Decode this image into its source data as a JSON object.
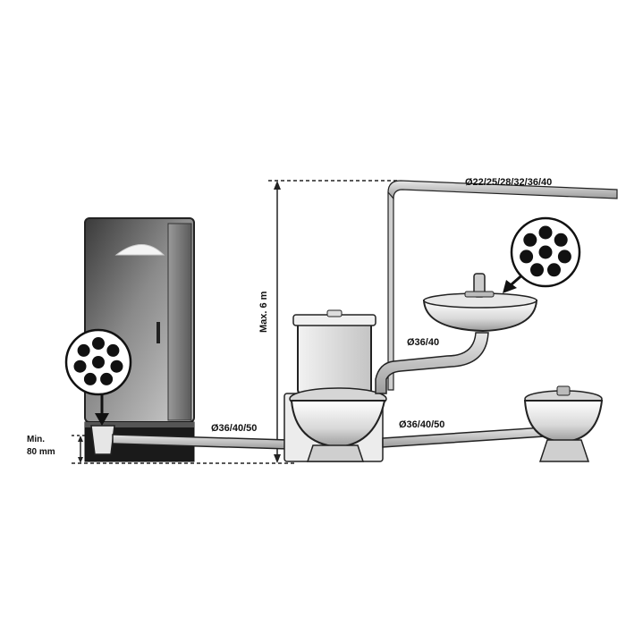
{
  "labels": {
    "pipe_top": "Ø22/25/28/32/36/40",
    "max_height": "Max. 6 m",
    "basin_pipe": "Ø36/40",
    "shower_pipe": "Ø36/40/50",
    "bidet_pipe": "Ø36/40/50",
    "min_line1": "Min.",
    "min_line2": "80 mm"
  },
  "icons": {
    "shower_inlet": "multi-hole-inlet-icon",
    "basin_inlet": "multi-hole-inlet-icon"
  }
}
